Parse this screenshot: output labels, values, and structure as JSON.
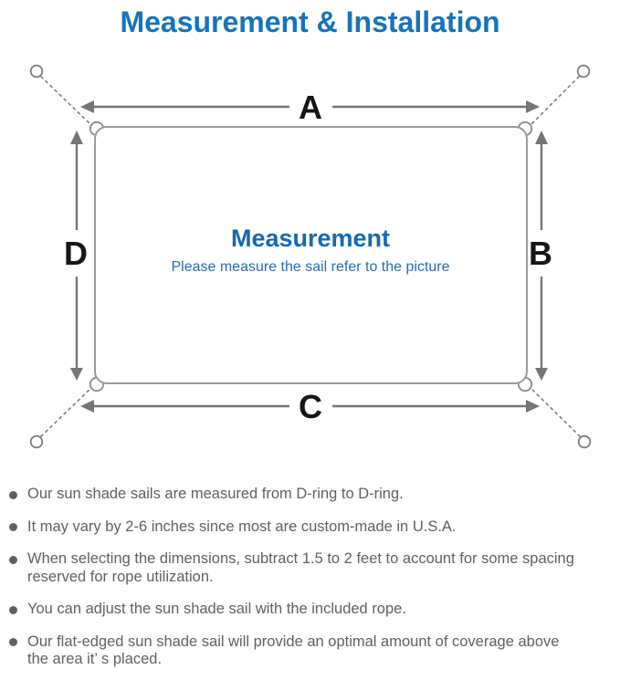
{
  "title": "Measurement & Installation",
  "colors": {
    "title_blue": "#1673ba",
    "center_heading_blue": "#1568b1",
    "center_subtitle_blue": "#276cb3",
    "diagram_gray": "#757575",
    "outline_gray": "#9a9a9a",
    "note_text_gray": "#606060",
    "label_black": "#161616"
  },
  "diagram": {
    "labels": {
      "top": "A",
      "right": "B",
      "bottom": "C",
      "left": "D"
    },
    "center_title": "Measurement",
    "center_subtitle": "Please measure the sail refer to the picture"
  },
  "notes": [
    {
      "lines": [
        "Our sun shade sails are measured from D-ring to D-ring.",
        ""
      ]
    },
    {
      "lines": [
        "It may vary by 2-6 inches since most are custom-made in U.S.A.",
        ""
      ]
    },
    {
      "lines": [
        "When selecting the dimensions, subtract 1.5 to 2 feet to account for some spacing",
        "reserved for rope utilization."
      ]
    },
    {
      "lines": [
        "You can adjust the sun shade sail with the included rope.",
        ""
      ]
    },
    {
      "lines": [
        "Our flat-edged sun shade sail will provide an optimal amount of coverage above",
        "the area it’ s placed."
      ]
    }
  ]
}
